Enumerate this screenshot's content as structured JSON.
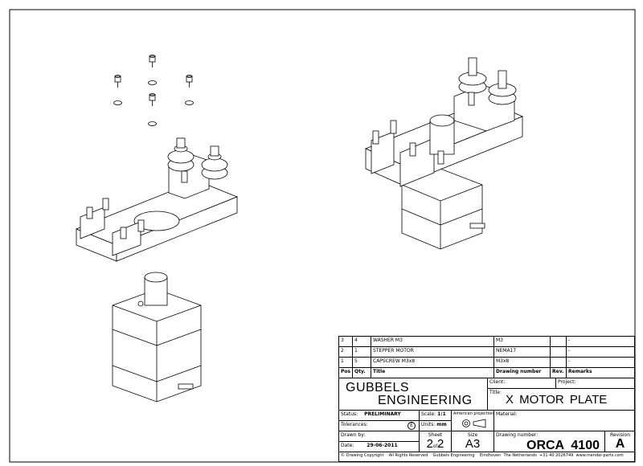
{
  "parts_list": {
    "rows": [
      {
        "pos": "3",
        "qty": "4",
        "title": "WASHER M3",
        "drawing_number": "M3",
        "rev": "",
        "remarks": "-"
      },
      {
        "pos": "2",
        "qty": "1",
        "title": "STEPPER MOTOR",
        "drawing_number": "NEMA17",
        "rev": "",
        "remarks": "-"
      },
      {
        "pos": "1",
        "qty": "5",
        "title": "CAPSCREW M3x8",
        "drawing_number": "M3x8",
        "rev": "",
        "remarks": "-"
      }
    ],
    "headers": {
      "pos": "Pos",
      "qty": "Qty.",
      "title": "Title",
      "drawing_number": "Drawing number",
      "rev": "Rev.",
      "remarks": "Remarks"
    }
  },
  "title_block": {
    "company_line1": "GUBBELS",
    "company_line2": "ENGINEERING",
    "client_label": "Client:",
    "project_label": "Project:",
    "title_label": "Title:",
    "title": "X MOTOR PLATE",
    "status_label": "Status:",
    "status": "PRELIMINARY",
    "scale_label": "Scale:",
    "scale": "1:1",
    "projection_label": "American projection",
    "material_label": "Material:",
    "tolerances_label": "Tolerances:",
    "tolerance_symbol": "E",
    "units_label": "Units:",
    "units": "mm",
    "drawn_by_label": "Drawn by:",
    "sheet_label": "Sheet",
    "sheet_current": "2",
    "sheet_of": "of",
    "sheet_total": "2",
    "size_label": "Size",
    "size": "A3",
    "drawing_number_label": "Drawing number:",
    "drawing_number": "ORCA  4100",
    "revision_label": "Revision",
    "revision": "A",
    "date_label": "Date:",
    "date": "29-06-2011",
    "copyright": "© Drawing Copyright    All Rights Reserved    Gubbels Engineering    Eindhoven  The Netherlands  +31 40 2026749  www.mendel-parts.com"
  }
}
